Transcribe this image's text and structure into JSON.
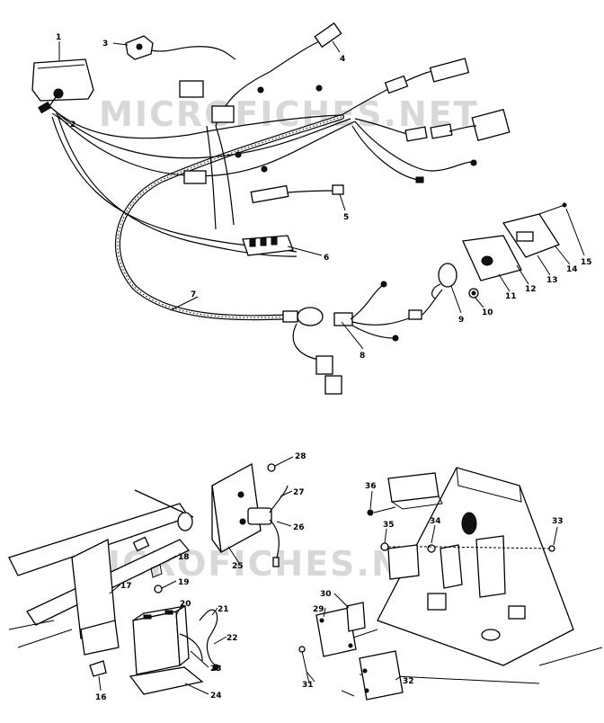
{
  "watermarks": [
    "MICROFICHES.NET",
    "MICROFICHES.NET"
  ],
  "callouts": [
    "1",
    "2",
    "3",
    "4",
    "5",
    "6",
    "7",
    "8",
    "9",
    "10",
    "11",
    "12",
    "13",
    "14",
    "15",
    "16",
    "17",
    "18",
    "19",
    "20",
    "21",
    "22",
    "23",
    "24",
    "25",
    "26",
    "27",
    "28",
    "29",
    "30",
    "31",
    "32",
    "33",
    "34",
    "35",
    "36"
  ]
}
